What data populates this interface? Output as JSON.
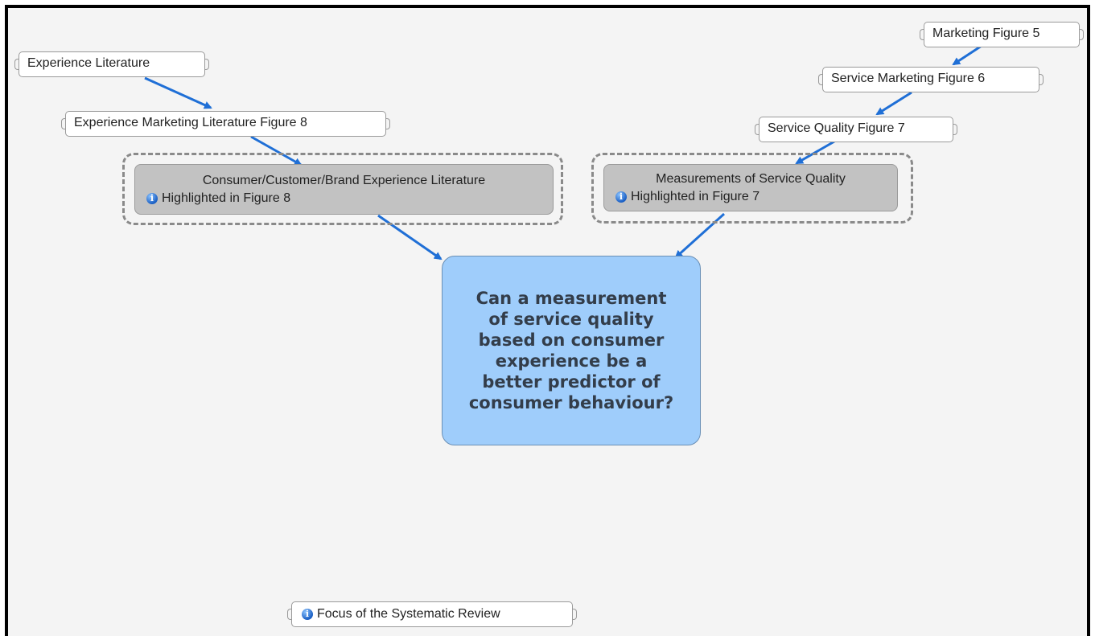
{
  "diagram": {
    "central_question": "Can a measurement of service quality based on consumer experience be a better predictor of consumer behaviour?",
    "left_branch": {
      "top": "Experience Literature",
      "middle": "Experience Marketing Literature Figure 8",
      "group_title": "Consumer/Customer/Brand Experience Literature",
      "group_note": "Highlighted in Figure 8"
    },
    "right_branch": {
      "top": "Marketing Figure 5",
      "second": "Service Marketing Figure 6",
      "third": "Service Quality Figure 7",
      "group_title": "Measurements of Service Quality",
      "group_note": "Highlighted in Figure 7"
    },
    "legend": "Focus of the Systematic Review"
  },
  "colors": {
    "connector": "#1f6fd6",
    "central_fill": "#9fcdfb",
    "group_fill": "#c2c2c2",
    "canvas": "#f4f4f4"
  },
  "icons": [
    "info-icon",
    "arrow-icon"
  ]
}
